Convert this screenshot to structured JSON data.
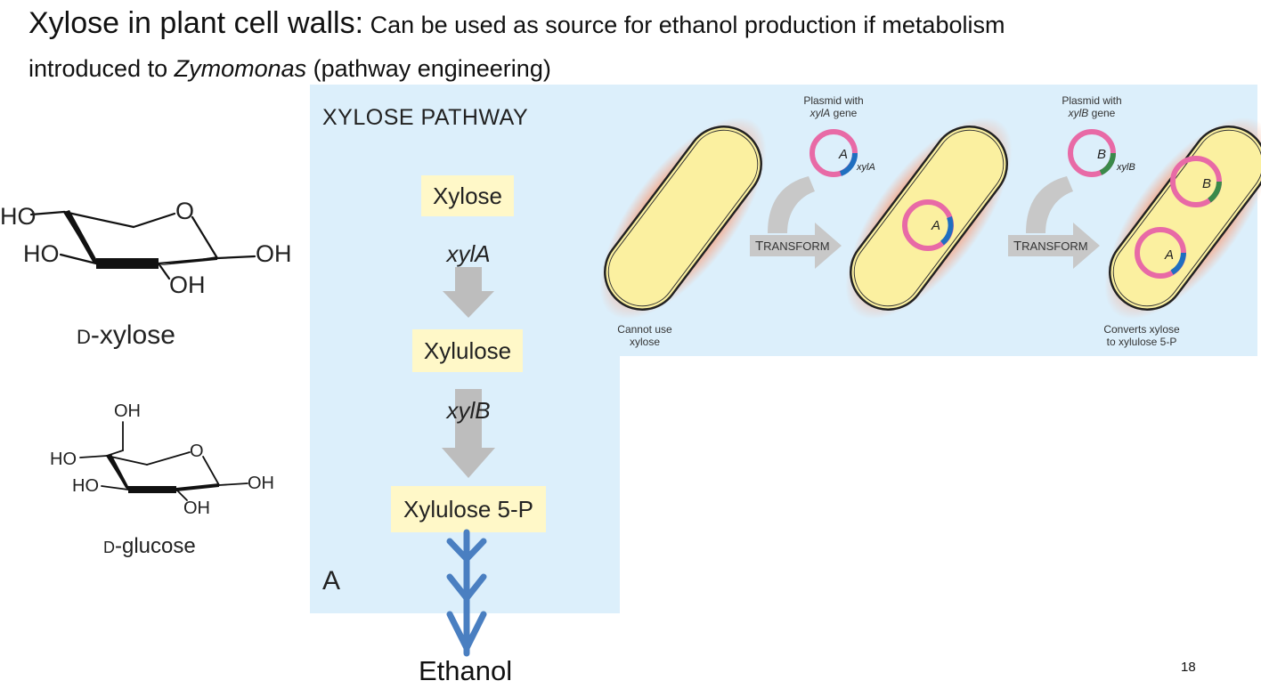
{
  "slide": {
    "title_main": "Xylose in plant cell walls:",
    "title_rest": " Can be used as source for ethanol production if metabolism",
    "title_line2_pre": "introduced to ",
    "title_line2_italic": "Zymomonas",
    "title_line2_post": " (pathway engineering)",
    "page_number": "18"
  },
  "molecules": {
    "xylose": {
      "label_prefix": "D",
      "label_name": "-xylose",
      "ring_oxygen": "O",
      "groups": {
        "top_left": "HO",
        "left": "HO",
        "right": "OH",
        "bottom": "OH"
      }
    },
    "glucose": {
      "label_prefix": "D",
      "label_name": "-glucose",
      "ring_oxygen": "O",
      "groups": {
        "top": "OH",
        "top_left": "HO",
        "left": "HO",
        "right": "OH",
        "bottom": "OH"
      }
    }
  },
  "pathway": {
    "title": "XYLOSE PATHWAY",
    "steps": [
      "Xylose",
      "Xylulose",
      "Xylulose 5-P"
    ],
    "enzymes": [
      "xylA",
      "xylB"
    ],
    "panel_label": "A",
    "product": "Ethanol",
    "colors": {
      "panel_bg": "#dceffb",
      "step_box": "#fff8c8",
      "grey_arrow": "#bdbdbd",
      "blue_arrow": "#4a7fc1"
    }
  },
  "transformation": {
    "plasmid_a_title_line1": "Plasmid with",
    "plasmid_a_gene_italic": "xylA",
    "plasmid_a_title_suffix": " gene",
    "plasmid_a_letter": "A",
    "plasmid_a_gene_label": "xylA",
    "plasmid_b_title_line1": "Plasmid with",
    "plasmid_b_gene_italic": "xylB",
    "plasmid_b_title_suffix": " gene",
    "plasmid_b_letter": "B",
    "plasmid_b_gene_label": "xylB",
    "transform_1": {
      "first": "T",
      "rest": "RANSFORM"
    },
    "transform_2": {
      "first": "T",
      "rest": "RANSFORM"
    },
    "cell_1_caption_line1": "Cannot use",
    "cell_1_caption_line2": "xylose",
    "cell_3_caption_line1": "Converts xylose",
    "cell_3_caption_line2": "to xylulose 5-P",
    "colors": {
      "cell_fill": "#fbf0a0",
      "cell_glow": "#f4a88a",
      "plasmid": "#e86aa6",
      "gene_a": "#1f6fc0",
      "gene_b": "#3a8a4a",
      "arrow": "#c8c8c8"
    }
  }
}
